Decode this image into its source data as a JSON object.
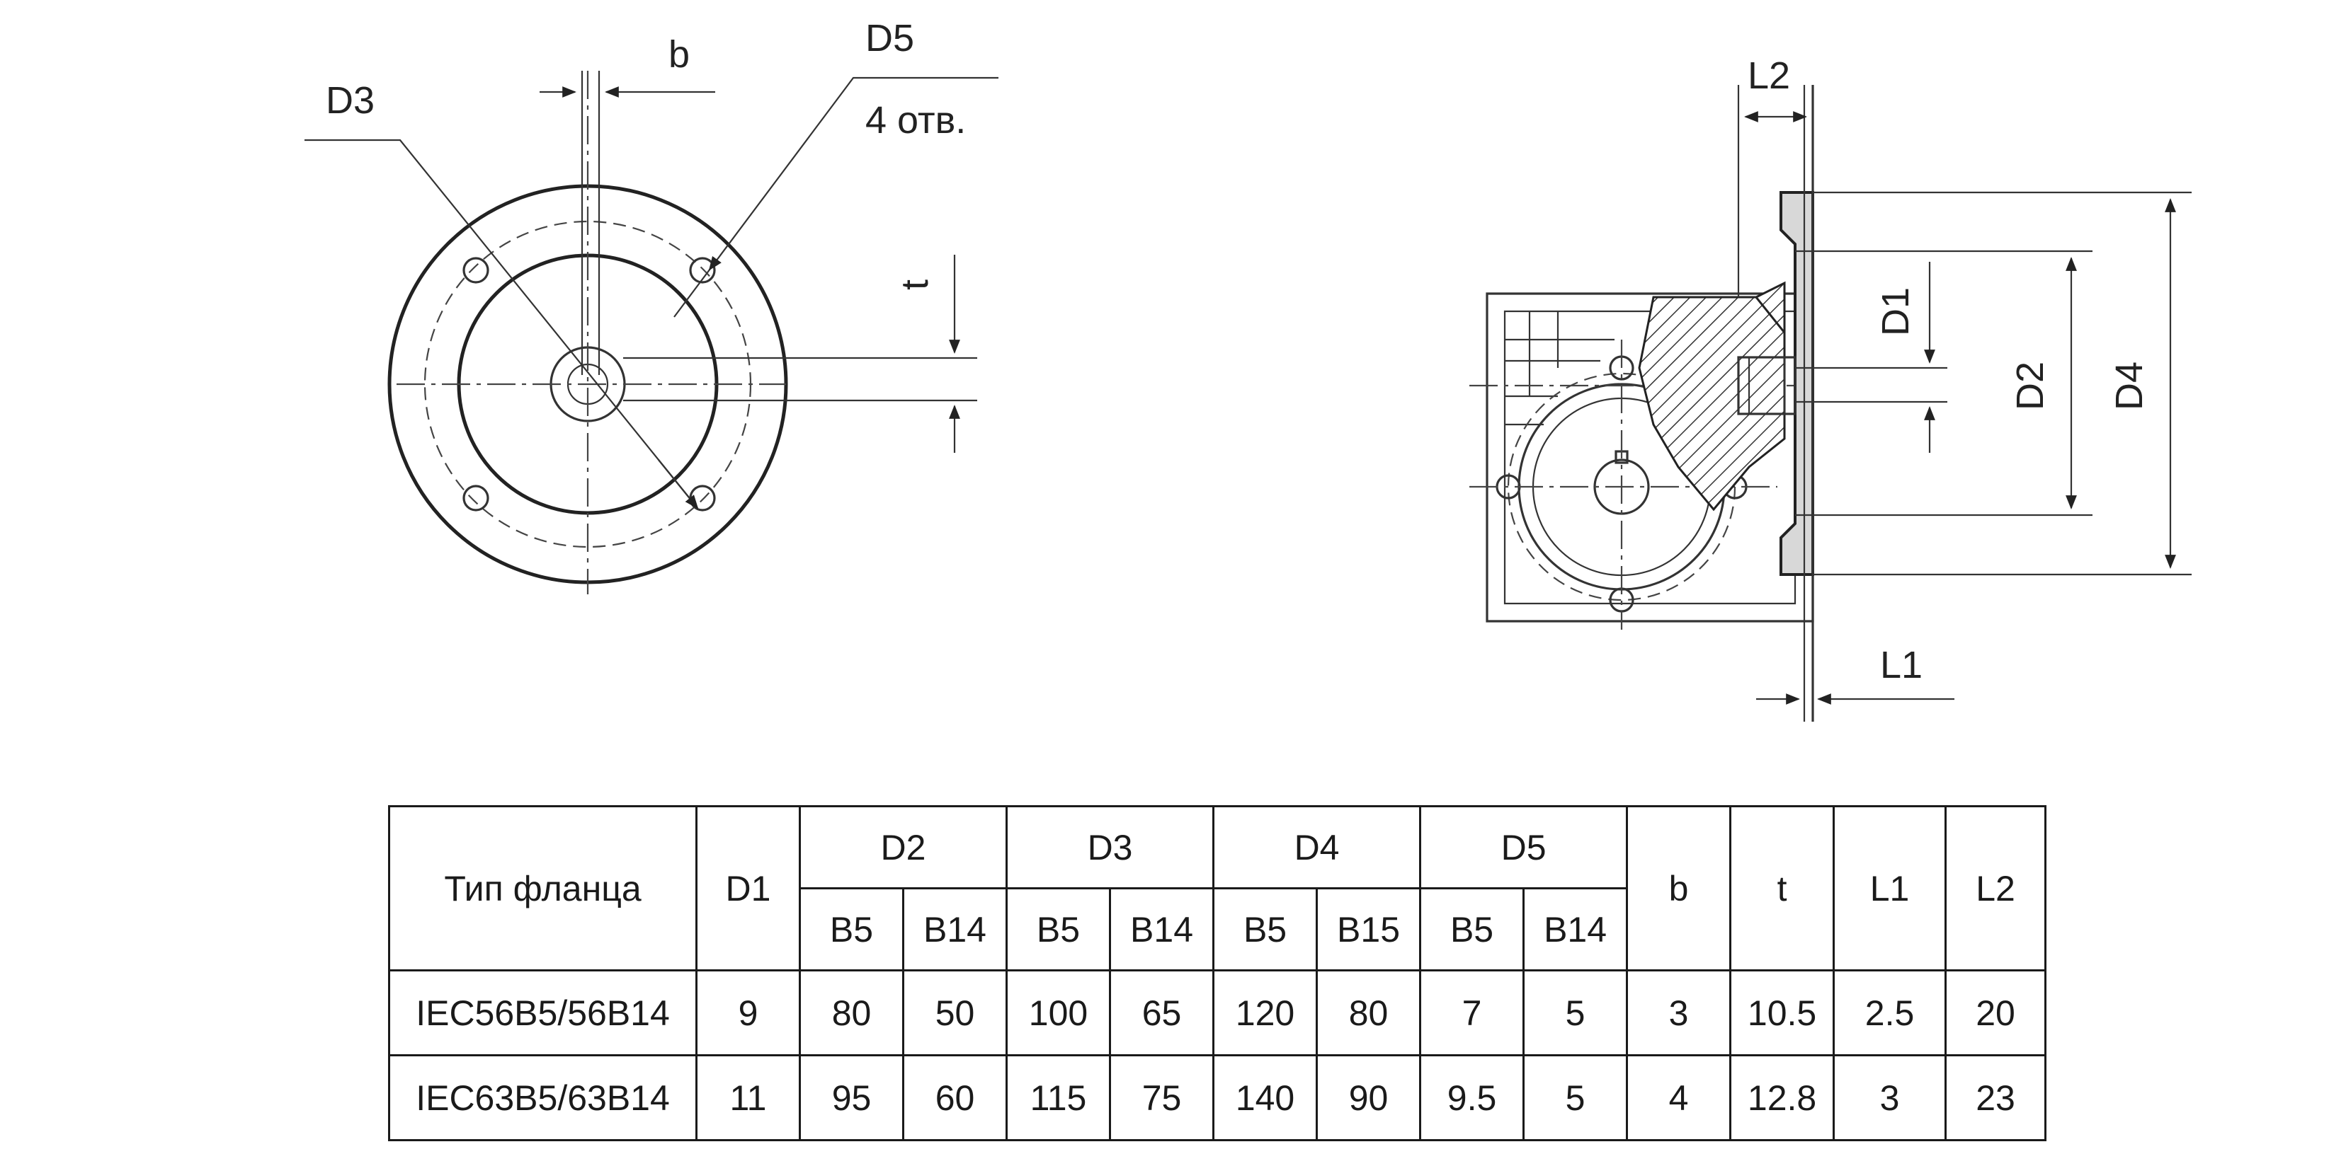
{
  "drawing": {
    "front_view": {
      "labels": {
        "d3": "D3",
        "b": "b",
        "d5": "D5",
        "holes": "4 отв.",
        "t": "t"
      }
    },
    "side_view": {
      "labels": {
        "l2": "L2",
        "d1": "D1",
        "d2": "D2",
        "d4": "D4",
        "l1": "L1"
      }
    }
  },
  "table": {
    "header": {
      "flange_type": "Тип фланца",
      "d1": "D1",
      "d2": "D2",
      "d3": "D3",
      "d4": "D4",
      "d5": "D5",
      "b": "b",
      "t": "t",
      "l1": "L1",
      "l2": "L2",
      "sub": [
        "B5",
        "B14",
        "B5",
        "B14",
        "B5",
        "B15",
        "B5",
        "B14"
      ]
    },
    "rows": [
      [
        "IEC56B5/56B14",
        "9",
        "80",
        "50",
        "100",
        "65",
        "120",
        "80",
        "7",
        "5",
        "3",
        "10.5",
        "2.5",
        "20"
      ],
      [
        "IEC63B5/63B14",
        "11",
        "95",
        "60",
        "115",
        "75",
        "140",
        "90",
        "9.5",
        "5",
        "4",
        "12.8",
        "3",
        "23"
      ]
    ]
  }
}
